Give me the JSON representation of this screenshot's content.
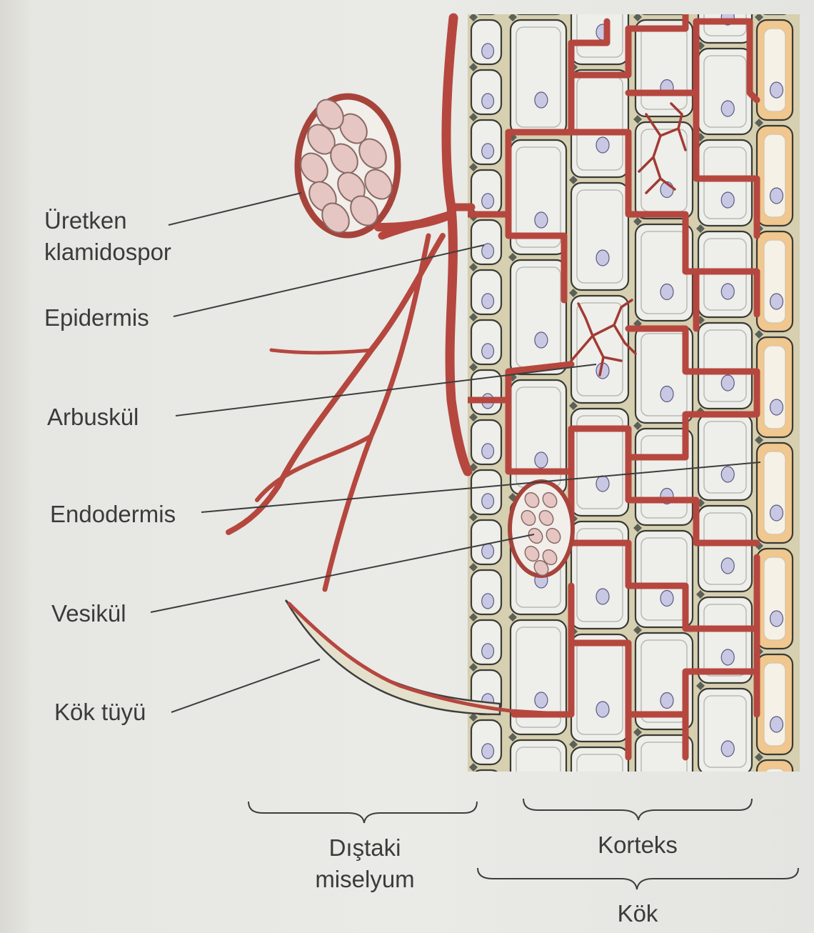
{
  "labels": {
    "uretken_line1": "Üretken",
    "uretken_line2": "klamidospor",
    "epidermis": "Epidermis",
    "arbuskul": "Arbuskül",
    "endodermis": "Endodermis",
    "vesikul": "Vesikül",
    "kok_tuyu": "Kök tüyü"
  },
  "groups": {
    "distaki_line1": "Dıştaki",
    "distaki_line2": "miselyum",
    "korteks": "Korteks",
    "kok": "Kök"
  },
  "colors": {
    "hypha": "#b5473f",
    "cell_fill": "#eeeeea",
    "wall": "#cfc7a6",
    "endodermis": "#f0c78f",
    "nucleus": "#c9c8e4",
    "spore": "#e6c6c3",
    "intercellular": "#5b6157"
  }
}
